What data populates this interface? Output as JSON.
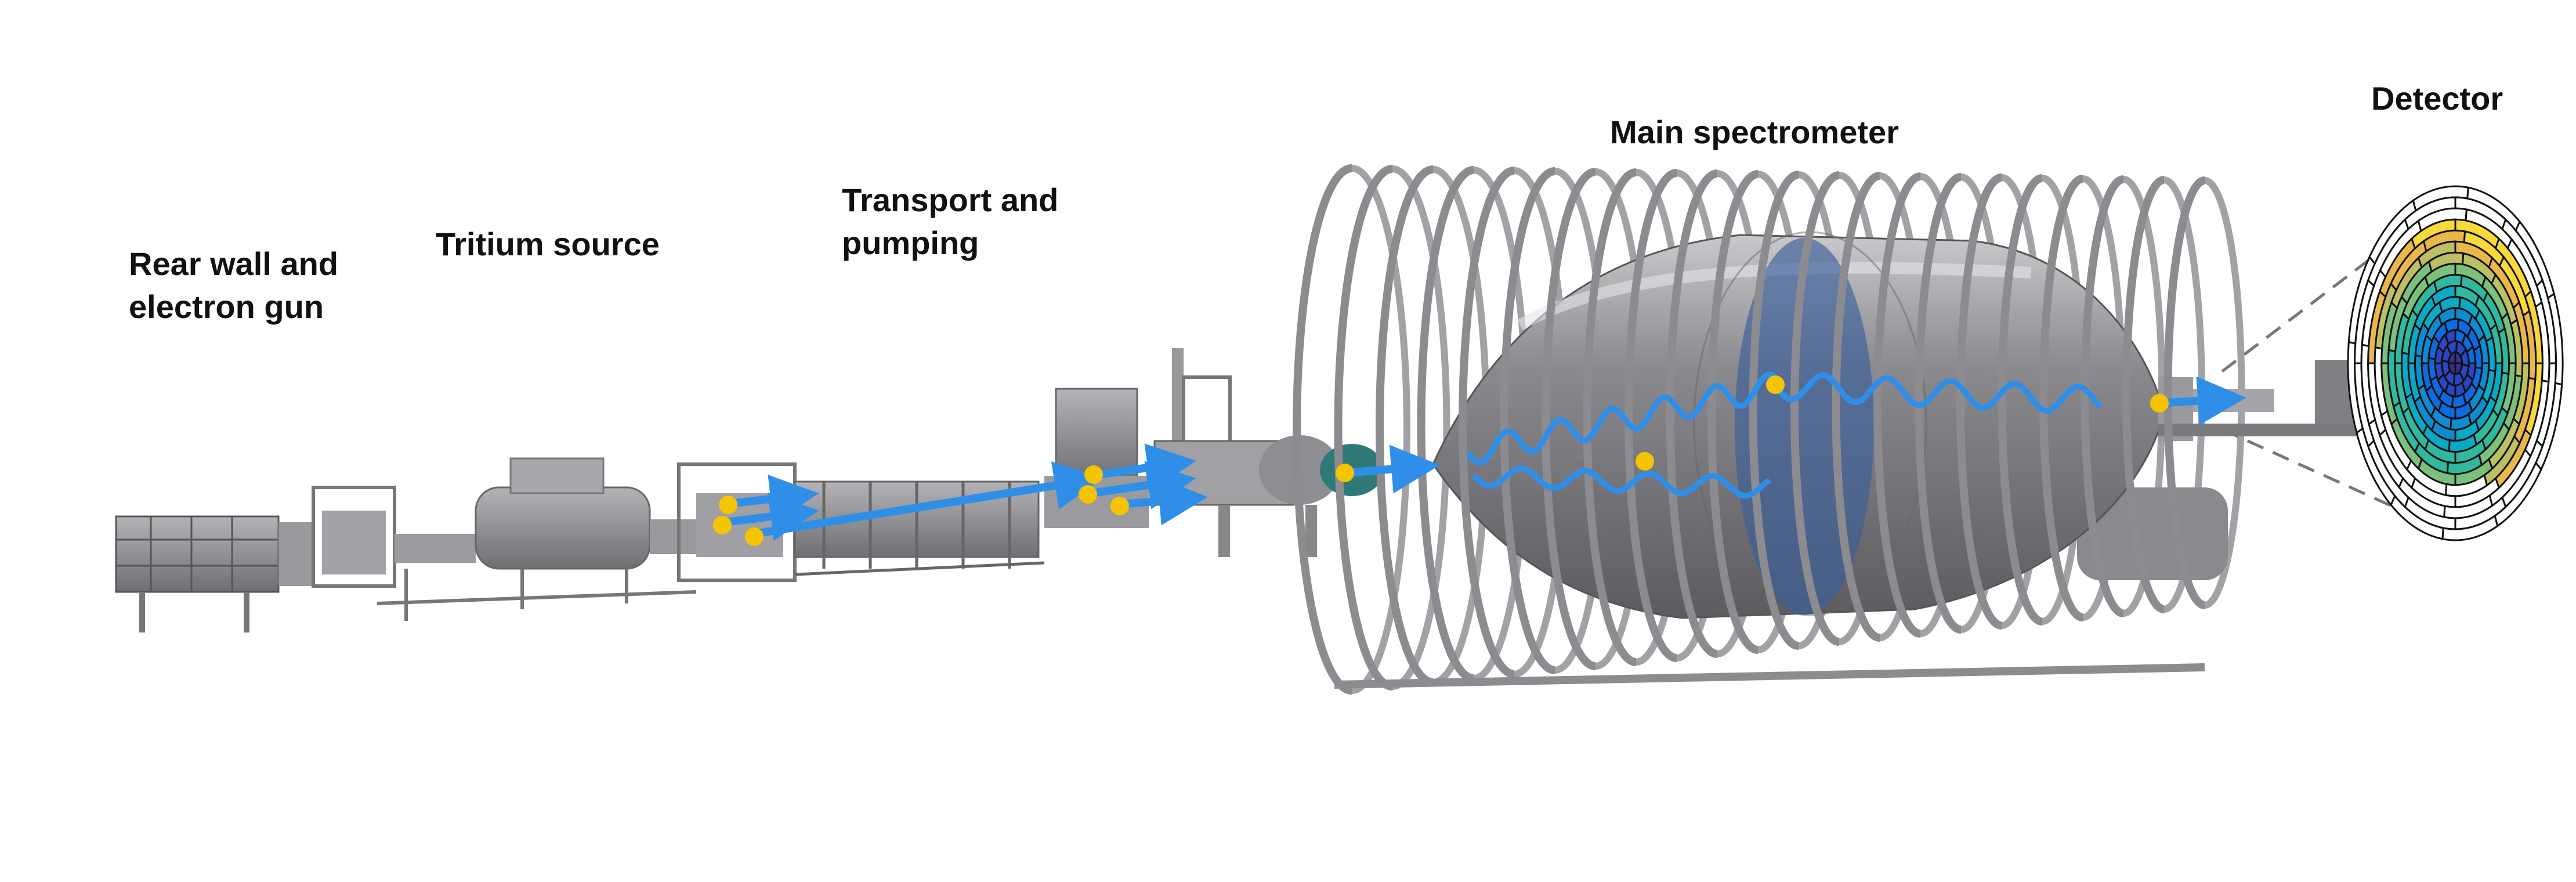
{
  "labels": {
    "rear_wall": [
      "Rear wall and",
      "electron gun"
    ],
    "tritium_source": "Tritium source",
    "transport": [
      "Transport and",
      "pumping"
    ],
    "main_spectrometer": "Main spectrometer",
    "detector": "Detector"
  },
  "colors": {
    "machinery": "#8f8f93",
    "beam": "#2f8fe8",
    "electron": "#f5c400",
    "vessel": "#77777b",
    "analysis_plane": "#3b5f9a",
    "detector_palette": [
      "#35308a",
      "#2b46c4",
      "#0c6be0",
      "#0f8bd0",
      "#0aa9c4",
      "#31b9a0",
      "#7cc07e",
      "#bcc062",
      "#eab84a",
      "#f8d93a"
    ]
  },
  "detector": {
    "rings": 13,
    "segments_per_ring": [
      4,
      8,
      12,
      12,
      12,
      12,
      12,
      12,
      12,
      12,
      12,
      12,
      12
    ]
  }
}
